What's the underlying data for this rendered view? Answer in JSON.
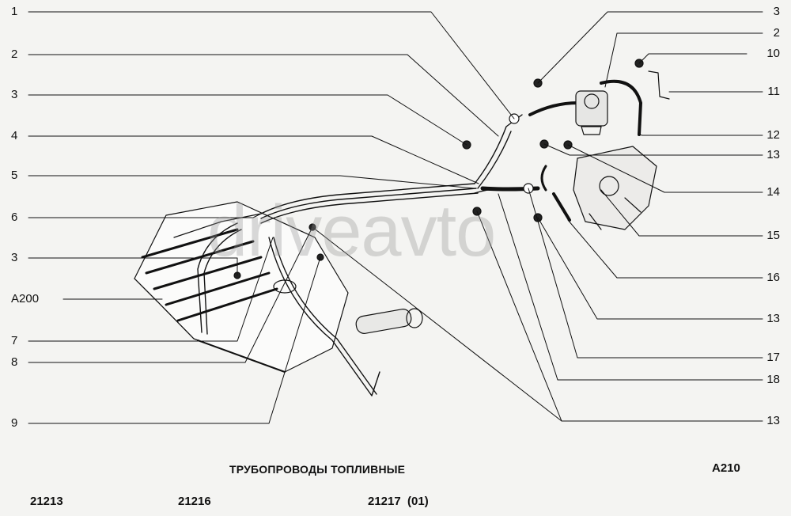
{
  "left_callouts": [
    "1",
    "2",
    "3",
    "4",
    "5",
    "6",
    "3",
    "A200",
    "7",
    "8",
    "9"
  ],
  "right_callouts": [
    "3",
    "2",
    "10",
    "11",
    "12",
    "13",
    "14",
    "15",
    "16",
    "13",
    "17",
    "18",
    "13"
  ],
  "title": "ТРУБОПРОВОДЫ ТОПЛИВНЫЕ",
  "drawing_code": "А210",
  "models": [
    "21213",
    "21216",
    "21217  (01)"
  ],
  "watermark": "driveavto"
}
